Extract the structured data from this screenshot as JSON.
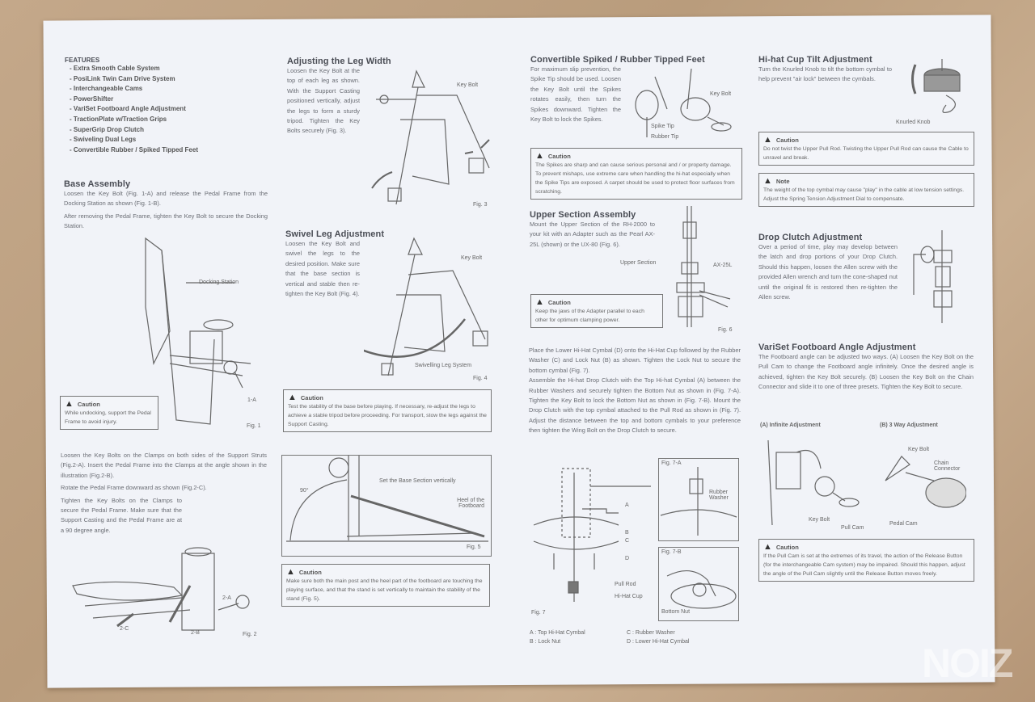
{
  "features": {
    "title": "FEATURES",
    "items": [
      "- Extra Smooth Cable System",
      "- PosiLink Twin Cam Drive System",
      "- Interchangeable Cams",
      "- PowerShifter",
      "- VariSet Footboard Angle Adjustment",
      "- TractionPlate w/Traction Grips",
      "- SuperGrip Drop Clutch",
      "- Swiveling Dual Legs",
      "- Convertible Rubber / Spiked Tipped Feet"
    ]
  },
  "base_assembly": {
    "title": "Base Assembly",
    "p1": "Loosen the Key Bolt (Fig. 1-A) and release the Pedal Frame from the Docking Station as shown (Fig. 1-B).",
    "p2": "After removing the Pedal Frame, tighten the Key Bolt to secure the Docking Station.",
    "fig1": {
      "docking": "Docking Station",
      "a": "1-A",
      "caption": "Fig. 1"
    },
    "caution": {
      "title": "Caution",
      "text": "While undocking, support the Pedal Frame to avoid injury."
    },
    "p3": "Loosen the Key Bolts on the Clamps on both sides of the Support Struts (Fig.2-A). Insert the Pedal Frame into the Clamps at the angle shown in the illustration (Fig.2-B).",
    "p4": "Rotate the Pedal Frame downward as shown (Fig.2-C).",
    "p5": "Tighten the Key Bolts on the Clamps to secure the Pedal Frame. Make sure that the Support Casting and the Pedal Frame are at a 90 degree angle.",
    "fig2": {
      "a": "2-A",
      "b": "2-B",
      "c": "2-C",
      "caption": "Fig. 2"
    }
  },
  "leg_width": {
    "title": "Adjusting the Leg Width",
    "text": "Loosen the Key Bolt at the top of each leg as shown. With the Support Casting positioned vertically, adjust the legs to form a sturdy tripod. Tighten the Key Bolts securely (Fig. 3).",
    "key_bolt": "Key Bolt",
    "caption": "Fig. 3"
  },
  "swivel": {
    "title": "Swivel Leg Adjustment",
    "text": "Loosen the Key Bolt and swivel the legs to the desired position. Make sure that the base section is vertical and stable then re-tighten the Key Bolt (Fig. 4).",
    "key_bolt": "Key Bolt",
    "system": "Swivelling Leg System",
    "caption": "Fig. 4",
    "caution": {
      "title": "Caution",
      "text": "Test the stability of the base before playing. If necessary, re-adjust the legs to achieve a stable tripod before proceeding. For transport, stow the legs against the Support Casting."
    }
  },
  "fig5": {
    "angle": "90°",
    "set": "Set the Base Section vertically",
    "heel": "Heel of the Footboard",
    "caption": "Fig. 5",
    "caution": {
      "title": "Caution",
      "text": "Make sure both the main post and the heel part of the footboard are touching the playing surface, and that the stand is set vertically to maintain the stability of the stand (Fig. 5)."
    }
  },
  "feet": {
    "title": "Convertible Spiked / Rubber Tipped Feet",
    "text": "For maximum slip prevention, the Spike Tip should be used. Loosen the Key Bolt until the Spikes rotates easily, then turn the Spikes downward. Tighten the Key Bolt to lock the Spikes.",
    "key_bolt": "Key Bolt",
    "spike": "Spike Tip",
    "rubber": "Rubber Tip",
    "caution": {
      "title": "Caution",
      "text": "The Spikes are sharp and can cause serious personal and / or property damage. To prevent mishaps, use extreme care when handling the hi-hat especially when the Spike Tips are exposed. A carpet should be used to protect floor surfaces from scratching."
    }
  },
  "upper": {
    "title": "Upper Section Assembly",
    "text": "Mount the Upper Section of the RH-2000 to your kit with an Adapter such as the Pearl AX-25L (shown) or the UX-80 (Fig. 6).",
    "upper_label": "Upper Section",
    "ax": "AX-25L",
    "caption": "Fig. 6",
    "caution": {
      "title": "Caution",
      "text": "Keep the jaws of the Adapter parallel to each other for optimum clamping power."
    }
  },
  "cymbals": {
    "p1": "Place the Lower Hi-Hat Cymbal (D) onto the Hi-Hat Cup followed by the Rubber Washer (C) and Lock Nut (B) as shown. Tighten the Lock Nut to secure the bottom cymbal (Fig. 7).",
    "p2": "Assemble the Hi-hat Drop Clutch with the Top Hi-hat Cymbal (A) between the Rubber Washers and securely tighten the Bottom Nut as shown in (Fig. 7-A). Tighten the Key Bolt to lock the Bottom Nut as shown in (Fig. 7-B). Mount the Drop Clutch with the top cymbal attached to the Pull Rod as shown in (Fig. 7). Adjust the distance between the top and bottom cymbals to your preference then tighten the Wing Bolt on the Drop Clutch to secure.",
    "fig7": {
      "a": "A",
      "b": "B",
      "c": "C",
      "d": "D",
      "pull_rod": "Pull Rod",
      "cup": "Hi-Hat Cup",
      "caption": "Fig. 7",
      "fig7a": "Fig. 7-A",
      "washer": "Rubber Washer",
      "fig7b": "Fig. 7-B",
      "bottom_nut": "Bottom Nut"
    },
    "legend": [
      "A : Top Hi-Hat Cymbal",
      "B : Lock Nut",
      "C : Rubber Washer",
      "D : Lower Hi-Hat Cymbal"
    ]
  },
  "tilt": {
    "title": "Hi-hat Cup Tilt Adjustment",
    "text": "Turn the Knurled Knob to tilt the bottom cymbal to help prevent \"air lock\" between the cymbals.",
    "knob": "Knurled Knob",
    "caution": {
      "title": "Caution",
      "text": "Do not twist the Upper Pull Rod. Twisting the Upper Pull Rod can cause the Cable to unravel and break."
    },
    "note": {
      "title": "Note",
      "text": "The weight of the top cymbal may cause \"play\" in the cable at low tension settings. Adjust the Spring Tension Adjustment Dial to compensate."
    }
  },
  "drop_clutch": {
    "title": "Drop Clutch Adjustment",
    "text": "Over a period of time, play may develop between the latch and drop portions of your Drop Clutch. Should this happen, loosen the Allen screw with the provided Allen wrench and turn the cone-shaped nut until the original fit is restored then re-tighten the Allen screw."
  },
  "variset": {
    "title": "VariSet Footboard Angle Adjustment",
    "text": "The Footboard angle can be adjusted two ways. (A) Loosen the Key Bolt on the Pull Cam to change the Footboard angle infinitely. Once the desired angle is achieved, tighten the Key Bolt securely. (B) Loosen the Key Bolt on the Chain Connector and slide it to one of three presets. Tighten the Key Bolt to secure.",
    "a_title": "(A) Infinite Adjustment",
    "b_title": "(B) 3 Way Adjustment",
    "a_key": "Key Bolt",
    "a_cam": "Pull Cam",
    "b_key": "Key Bolt",
    "b_chain": "Chain Connector",
    "b_cam": "Pedal Cam",
    "caution": {
      "title": "Caution",
      "text": "If the Pull Cam is set at the extremes of its travel, the action of the Release Button (for the interchangeable Cam system) may be impaired. Should this happen, adjust the angle of the Pull Cam slightly until the Release Button moves freely."
    }
  },
  "watermark": "NOIZ"
}
